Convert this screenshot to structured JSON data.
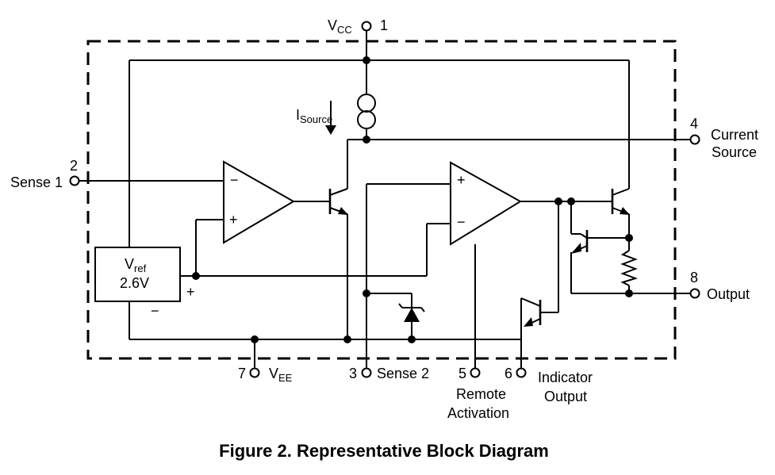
{
  "figure": {
    "caption": "Figure 2. Representative Block Diagram"
  },
  "pins": {
    "vcc": {
      "number": "1",
      "name": "V",
      "sub": "CC"
    },
    "sense1": {
      "number": "2",
      "name": "Sense 1"
    },
    "sense2": {
      "number": "3",
      "name": "Sense 2"
    },
    "current_source": {
      "number": "4",
      "line1": "Current",
      "line2": "Source"
    },
    "remote_activation": {
      "number": "5",
      "line1": "Remote",
      "line2": "Activation"
    },
    "indicator_output": {
      "number": "6",
      "line1": "Indicator",
      "line2": "Output"
    },
    "vee": {
      "number": "7",
      "name": "V",
      "sub": "EE"
    },
    "output": {
      "number": "8",
      "name": "Output"
    }
  },
  "current_source_label": {
    "name": "I",
    "sub": "Source"
  },
  "vref": {
    "name": "V",
    "sub": "ref",
    "value": "2.6V",
    "plus": "+",
    "minus": "−"
  },
  "amp1": {
    "minus": "−",
    "plus": "+"
  },
  "amp2": {
    "plus": "+",
    "minus": "−"
  }
}
